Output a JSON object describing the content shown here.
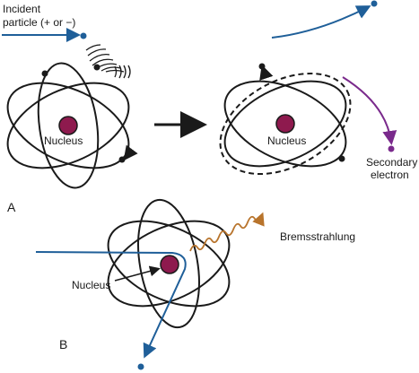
{
  "labels": {
    "incident_line1": "Incident",
    "incident_line2": "particle (+ or −)",
    "nucleus_a": "Nucleus",
    "nucleus_b": "Nucleus",
    "nucleus_c": "Nucleus",
    "secondary_line1": "Secondary",
    "secondary_line2": "electron",
    "bremsstrahlung": "Bremsstrahlung",
    "panel_a": "A",
    "panel_b": "B"
  },
  "colors": {
    "particle_path": "#1f5f99",
    "nucleus": "#8e1a4e",
    "secondary_electron": "#7a2a8c",
    "bremsstrahlung": "#b8742c",
    "ink": "#1a1a1a"
  }
}
